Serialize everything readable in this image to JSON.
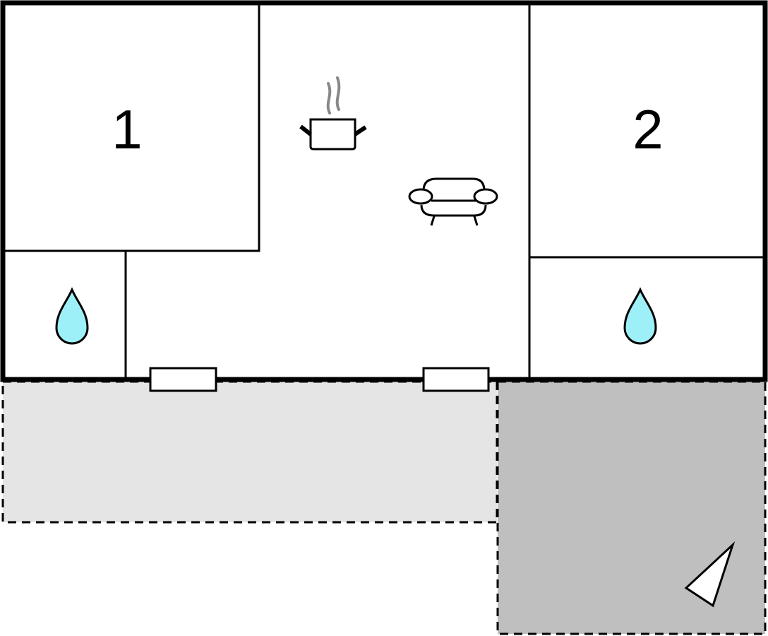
{
  "floorplan": {
    "rooms": [
      {
        "id": "bedroom-1",
        "label": "1"
      },
      {
        "id": "bedroom-2",
        "label": "2"
      }
    ],
    "icons": [
      "pot-icon",
      "sofa-icon",
      "water-drop-icon",
      "water-drop-icon",
      "compass-triangle-icon"
    ],
    "colors": {
      "wall": "#000000",
      "terrace_light": "#e5e5e5",
      "terrace_dark": "#bfbfbf",
      "water": "#9ef0f8",
      "steam": "#888888"
    }
  }
}
